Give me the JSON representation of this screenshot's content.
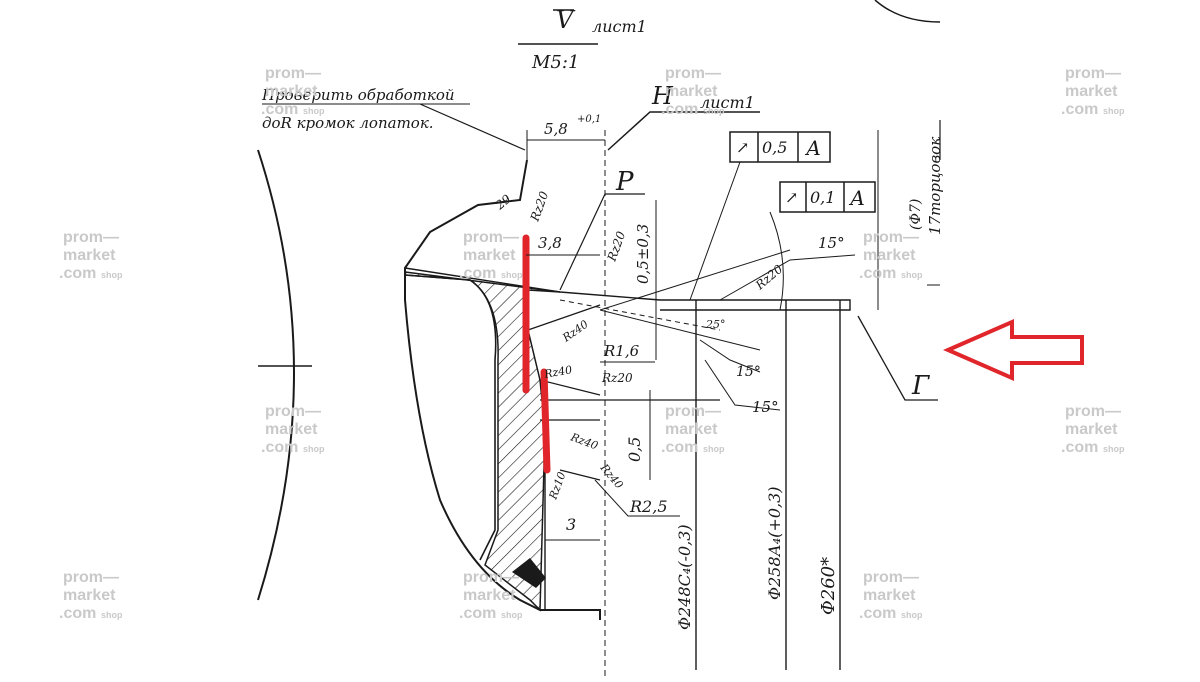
{
  "drawing": {
    "view_label": "V",
    "view_sheet": "лист1",
    "scale": "M5:1",
    "note_line1": "Проверить обработкой",
    "note_line2": "доR кромок лопаток.",
    "section_label": "Н",
    "section_sheet": "лист1",
    "dims": {
      "width_top": "5,8",
      "width_top_tol": "+0,1",
      "d38": "3,8",
      "d3": "3",
      "d05_tol": "0,5±0,3",
      "d05": "0,5",
      "r16": "R1,6",
      "r25": "R2,5",
      "angle1": "15°",
      "angle2": "15°",
      "angle3": "15°",
      "angle_small": "25°",
      "d248": "Φ248С₄(-0,3)",
      "d258": "Φ258А₄(+0,3)",
      "d260": "Φ260*"
    },
    "roughness": {
      "rz20_a": "Rz20",
      "rz20_b": "Rz20",
      "rz20_c": "Rz20",
      "rz20_d": "Rz20",
      "rz40_a": "Rz40",
      "rz40_b": "Rz40",
      "rz40_c": "Rz40",
      "rz40_d": "Rz40",
      "rz10": "Rz10",
      "r29": "29"
    },
    "tolerance_frames": [
      {
        "symbol": "↗",
        "value": "0,5",
        "datum": "А"
      },
      {
        "symbol": "↗",
        "value": "0,1",
        "datum": "А"
      }
    ],
    "label_p": "Р",
    "label_g": "Г",
    "side_note": "17торцовок",
    "side_note_dim": "(Φ7)"
  },
  "watermark": {
    "line1": "prom—",
    "line2": "market",
    "line3": ".com",
    "suffix": "shop"
  },
  "colors": {
    "ink": "#1a1a1a",
    "highlight": "#e0252b",
    "watermark": "#c9c9c9"
  }
}
